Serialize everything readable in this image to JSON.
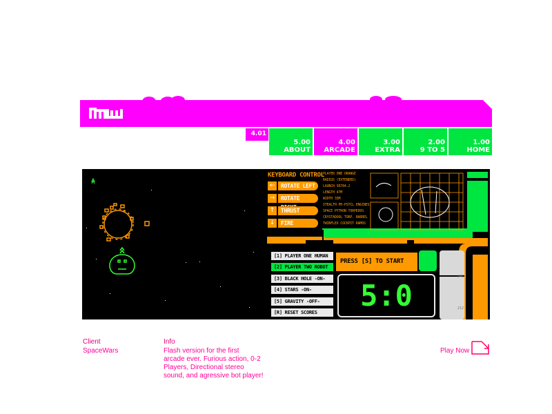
{
  "header": {
    "logo_text": "mw",
    "brand_color": "#ff00ff"
  },
  "nav": {
    "version": "4.01",
    "items": [
      {
        "num": "5.00",
        "label": "ABOUT"
      },
      {
        "num": "4.00",
        "label": "ARCADE"
      },
      {
        "num": "3.00",
        "label": "EXTRA"
      },
      {
        "num": "2.00",
        "label": "9 TO 5"
      },
      {
        "num": "1.00",
        "label": "HOME"
      }
    ]
  },
  "game": {
    "keyboard_title": "KEYBOARD CONTROL",
    "controls": [
      {
        "icon": "arrow-left-icon",
        "label": "ROTATE LEFT"
      },
      {
        "icon": "arrow-right-icon",
        "label": "ROTATE RIGHT"
      },
      {
        "icon": "arrow-up-icon",
        "label": "THRUST"
      },
      {
        "icon": "arrow-down-icon",
        "label": "FIRE"
      }
    ],
    "specs": [
      "PLAYER ONE ORANGE",
      "RADIUS (EXTENDED)",
      "LAUNCH SR784.2",
      "LENGTH 47M",
      "WIDTH 33M",
      "STEALTH PH-PSTCL ENGINES",
      "SPACE PYTHON TORPEDOS",
      "CRYSTADOOL TORP. BARREL",
      "TWINFLEX COCKPIT RAMOS"
    ],
    "options": [
      "[1] PLAYER ONE HUMAN",
      "[2] PLAYER TWO ROBOT",
      "[3] BLACK HOLE -ON-",
      "[4] STARS -ON-",
      "[5] GRAVITY -OFF-",
      "[R] RESET SCORES"
    ],
    "press_start": "PRESS [S] TO START",
    "score": "5:0",
    "meter_top": "846",
    "meter_bottom": "212",
    "colors": {
      "orange": "#ff9900",
      "green": "#00e640",
      "score": "#33ff33"
    }
  },
  "footer": {
    "client_label": "Client",
    "client_value": "SpaceWars",
    "info_label": "Info",
    "info_lines": [
      "Flash version for the first",
      "arcade ever. Furious action, 0-2",
      "Players, Directional stereo",
      "sound, and agressive bot player!"
    ],
    "play_now": "Play Now"
  }
}
